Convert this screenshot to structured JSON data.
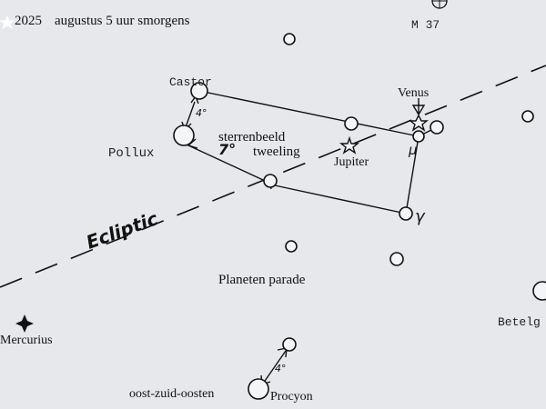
{
  "header": {
    "year": "2025",
    "date_text": "augustus 5 uur smorgens"
  },
  "labels": {
    "m37": "M 37",
    "castor": "Castor",
    "pollux": "Pollux",
    "constellation_line1": "sterrenbeeld",
    "constellation_line2": "tweeling",
    "angle_gemini": "7°",
    "angle_castor": "4°",
    "angle_procyon": "4°",
    "venus": "Venus",
    "jupiter": "Jupiter",
    "mu": "μ",
    "gamma": "γ",
    "ecliptic": "Ecliptic",
    "planet_parade": "Planeten parade",
    "mercurius": "Mercurius",
    "betelgeuse": "Betelg",
    "direction": "oost-zuid-oosten",
    "procyon": "Procyon"
  },
  "colors": {
    "paper": "#e6e8eb",
    "ink": "#111111"
  }
}
